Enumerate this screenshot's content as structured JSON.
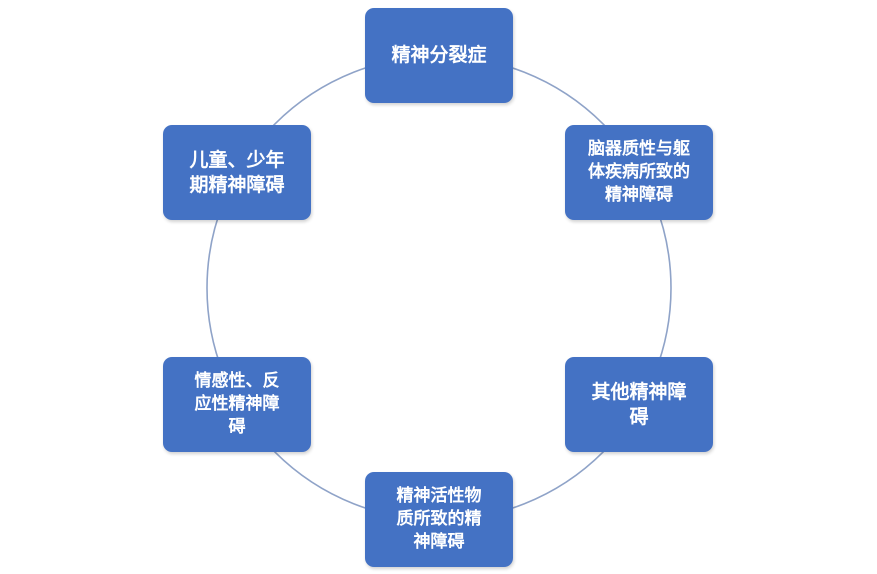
{
  "colors": {
    "node_fill": "#4472c4",
    "node_text": "#ffffff",
    "ring_stroke": "#8fa3c8",
    "background": "#ffffff"
  },
  "nodes": [
    {
      "id": "top",
      "label": "精神分裂症"
    },
    {
      "id": "right-upper",
      "label": "脑器质性与躯\n体疾病所致的\n精神障碍"
    },
    {
      "id": "right-lower",
      "label": "其他精神障\n碍"
    },
    {
      "id": "bottom",
      "label": "精神活性物\n质所致的精\n神障碍"
    },
    {
      "id": "left-lower",
      "label": "情感性、反\n应性精神障\n碍"
    },
    {
      "id": "left-upper",
      "label": "儿童、少年\n期精神障碍"
    }
  ]
}
